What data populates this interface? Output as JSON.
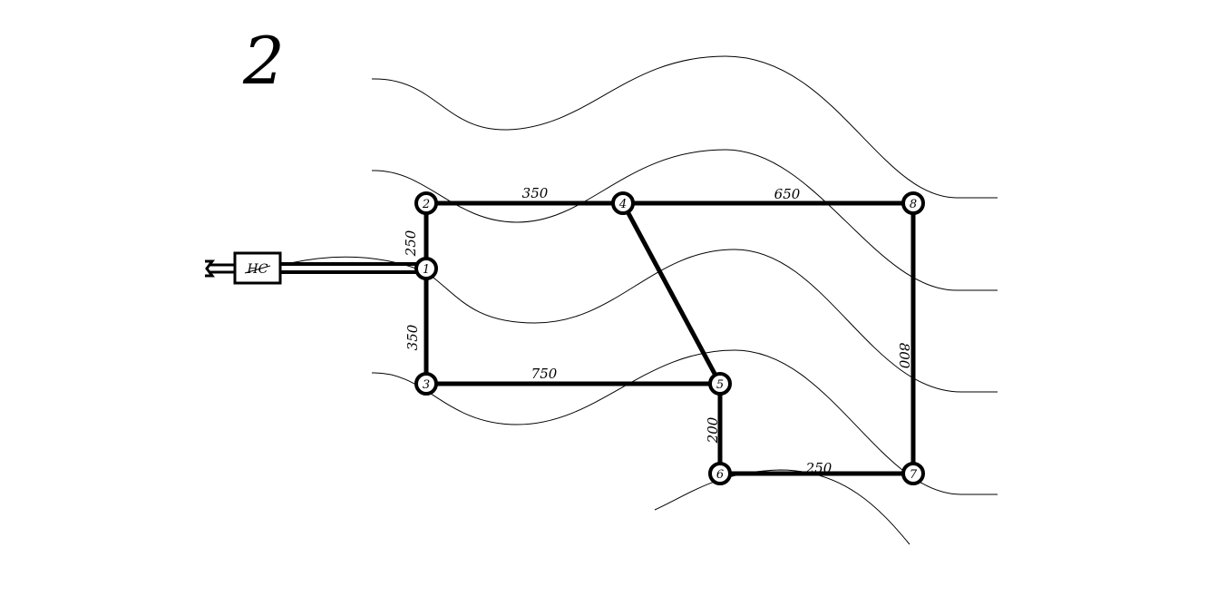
{
  "diagram": {
    "figure_number": "2",
    "station_label": "НС",
    "nodes": [
      {
        "id": "1",
        "label": "1"
      },
      {
        "id": "2",
        "label": "2"
      },
      {
        "id": "3",
        "label": "3"
      },
      {
        "id": "4",
        "label": "4"
      },
      {
        "id": "5",
        "label": "5"
      },
      {
        "id": "6",
        "label": "6"
      },
      {
        "id": "7",
        "label": "7"
      },
      {
        "id": "8",
        "label": "8"
      }
    ],
    "edges": [
      {
        "from": "2",
        "to": "4",
        "length": "350"
      },
      {
        "from": "4",
        "to": "8",
        "length": "650"
      },
      {
        "from": "1",
        "to": "2",
        "length": "250"
      },
      {
        "from": "1",
        "to": "3",
        "length": "350"
      },
      {
        "from": "3",
        "to": "5",
        "length": "750"
      },
      {
        "from": "4",
        "to": "5",
        "length": ""
      },
      {
        "from": "5",
        "to": "6",
        "length": "200"
      },
      {
        "from": "6",
        "to": "7",
        "length": "250"
      },
      {
        "from": "8",
        "to": "7",
        "length": "800"
      }
    ]
  }
}
